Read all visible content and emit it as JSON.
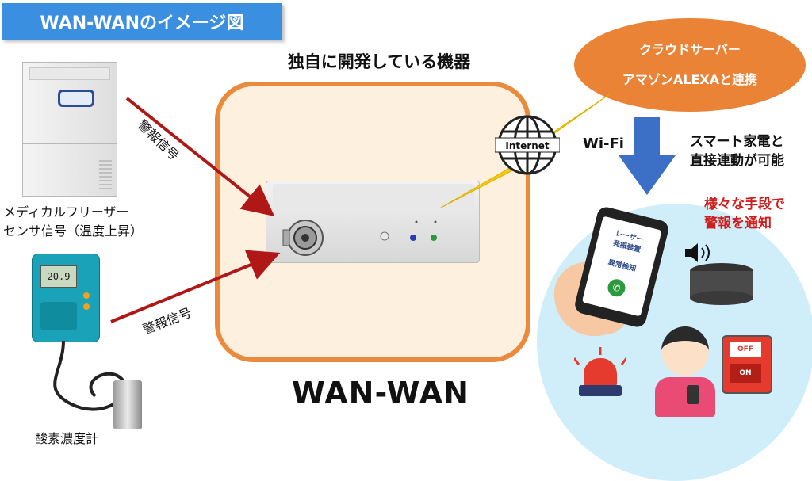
{
  "title": "WAN-WANのイメージ図",
  "device": {
    "heading": "独自に開発している機器",
    "name": "WAN-WAN"
  },
  "cloud": {
    "line1": "クラウドサーバー",
    "line2": "アマゾンALEXAと連携"
  },
  "internet_label": "Internet",
  "wifi_label": "Wi-Fi",
  "smart_home": {
    "line1": "スマート家電と",
    "line2": "直接連動が可能"
  },
  "alert_means": {
    "line1": "様々な手段で",
    "line2": "警報を通知"
  },
  "freezer": {
    "line1": "メディカルフリーザー",
    "line2": "センサ信号（温度上昇）"
  },
  "oxygen": {
    "caption": "酸素濃度計",
    "reading": "20.9"
  },
  "signal_label": "警報信号",
  "phone": {
    "line1": "レーザー",
    "line2": "発振装置",
    "line3": "異常検知"
  },
  "switch": {
    "off": "OFF",
    "on": "ON"
  },
  "colors": {
    "banner": "#3b8fe0",
    "device_border": "#e98a3c",
    "device_fill": "#fdf0de",
    "cloud": "#ea8336",
    "arrow_red": "#b01717",
    "arrow_blue": "#3c6fc6",
    "bubble": "#cfeefa",
    "alert_text": "#d01e1e"
  }
}
